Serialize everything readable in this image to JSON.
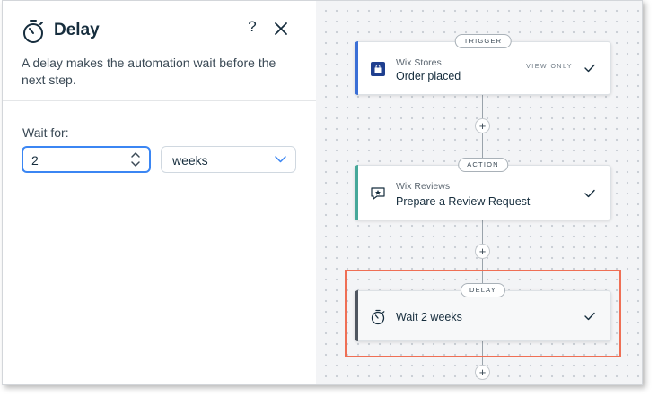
{
  "panel": {
    "title": "Delay",
    "help_label": "?",
    "description": "A delay makes the automation wait before the next step.",
    "wait_label": "Wait for:",
    "wait_value": "2",
    "unit_value": "weeks",
    "icons": {
      "title": "stopwatch-icon",
      "close": "close-icon",
      "stepper": "up-down-chevron-icon",
      "select": "chevron-down-icon"
    }
  },
  "canvas": {
    "add_label": "+",
    "trigger": {
      "badge": "TRIGGER",
      "app": "Wix Stores",
      "name": "Order placed",
      "view_only": "VIEW ONLY",
      "icon": "shopping-bag-icon",
      "accent_color": "#3b6fd6"
    },
    "action": {
      "badge": "ACTION",
      "app": "Wix Reviews",
      "name": "Prepare a Review Request",
      "icon": "review-chat-icon",
      "accent_color": "#47a89a"
    },
    "delay": {
      "badge": "DELAY",
      "name": "Wait 2 weeks",
      "icon": "stopwatch-icon",
      "accent_color": "#4f5660",
      "highlight_color": "#ef6f55"
    }
  }
}
